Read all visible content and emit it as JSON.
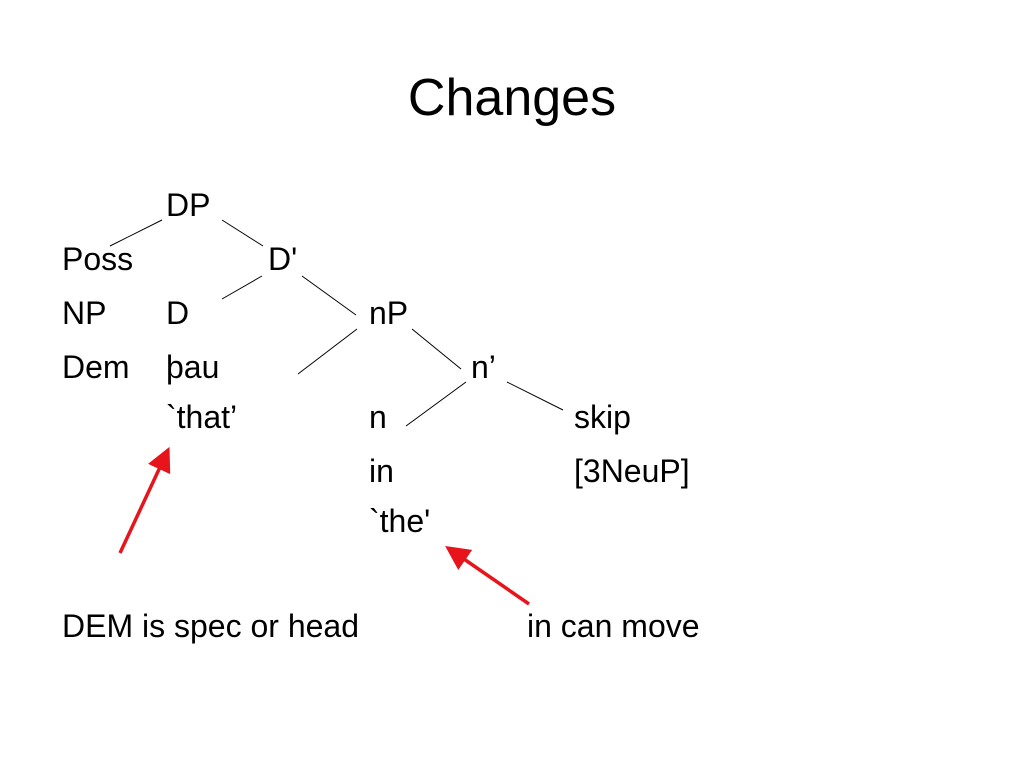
{
  "slide": {
    "title": "Changes"
  },
  "tree": {
    "nodes": {
      "dp": "DP",
      "poss": "Poss",
      "d_bar": "D'",
      "np_left": "NP",
      "d_head": "D",
      "little_np": "nP",
      "dem": "Dem",
      "thau": "þau",
      "n_bar": "n’",
      "that_gloss": "`that’",
      "n_head": "n",
      "skip": "skip",
      "in": "in",
      "features": "[3NeuP]",
      "the_gloss": "`the'"
    }
  },
  "notes": {
    "dem_spec": "DEM is spec or head",
    "in_move": "in can move"
  },
  "colors": {
    "text": "#000000",
    "branch": "#000000",
    "arrow": "#e8141c",
    "background": "#ffffff"
  }
}
